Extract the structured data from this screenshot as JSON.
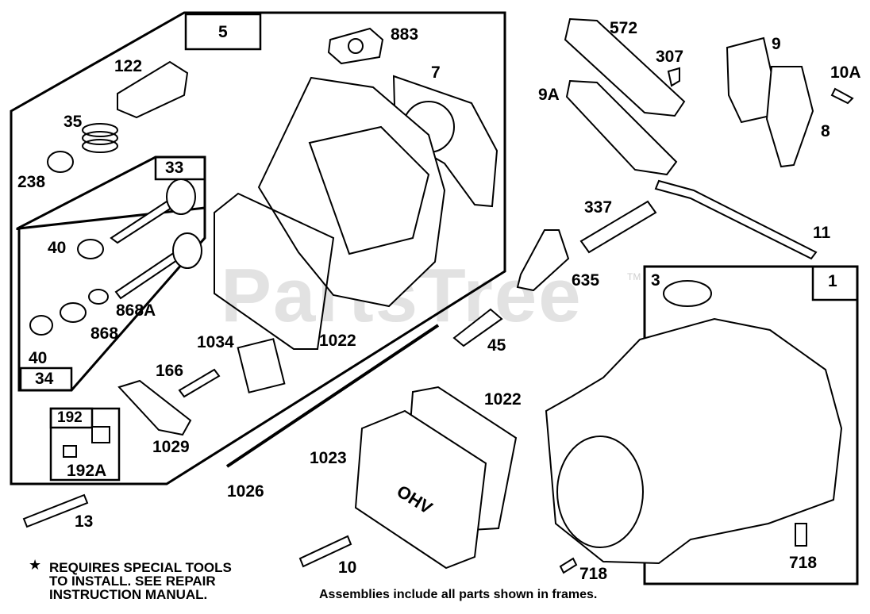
{
  "watermark": "PartsTree",
  "watermark_mark": "TM",
  "frames": {
    "f5": "5",
    "f33": "33",
    "f34": "34",
    "f192": "192",
    "f1": "1"
  },
  "parts": {
    "p883": "883",
    "p7": "7",
    "p122": "122",
    "p35": "35",
    "p238": "238",
    "p40a": "40",
    "p868a": "868A",
    "p868": "868",
    "p40b": "40",
    "p1034": "1034",
    "p1022a": "1022",
    "p166": "166",
    "p1029": "1029",
    "p192a": "192A",
    "p1026": "1026",
    "p13": "13",
    "p572": "572",
    "p307": "307",
    "p9a": "9A",
    "p9": "9",
    "p10a": "10A",
    "p8": "8",
    "p337": "337",
    "p11": "11",
    "p635": "635",
    "p45": "45",
    "p1022b": "1022",
    "p1023": "1023",
    "p10": "10",
    "p3": "3",
    "p718a": "718",
    "p718b": "718"
  },
  "valve_cover_text": "OHV",
  "notes": {
    "star": "★",
    "line1": "REQUIRES SPECIAL TOOLS",
    "line2": "TO INSTALL.  SEE REPAIR",
    "line3": "INSTRUCTION MANUAL.",
    "assemblies": "Assemblies include all parts shown in frames."
  }
}
